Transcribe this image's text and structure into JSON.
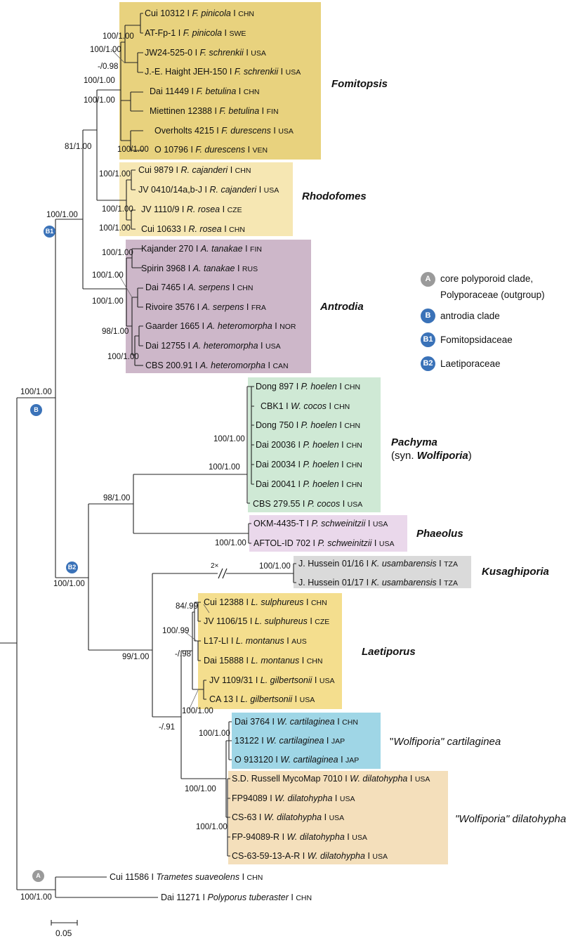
{
  "colors": {
    "fomitopsis": "#e8d27e",
    "rhodofomes": "#f6e7b3",
    "antrodia": "#cdb7c9",
    "pachyma": "#cfe9d5",
    "phaeolus": "#ead8eb",
    "kusaghiporia": "#dadada",
    "laetiporus": "#f4de8e",
    "cartilaginea": "#9fd6e6",
    "dilatohypha": "#f4dfbb",
    "badge_blue": "#3a72b8",
    "badge_grey": "#9a9a9a"
  },
  "taxa": [
    {
      "id": "t1",
      "code": "Cui 10312",
      "species": "F. pinicola",
      "country": "CHN"
    },
    {
      "id": "t2",
      "code": "AT-Fp-1",
      "species": "F. pinicola",
      "country": "SWE"
    },
    {
      "id": "t3",
      "code": "JW24-525-0",
      "species": "F. schrenkii",
      "country": "USA"
    },
    {
      "id": "t4",
      "code": "J.-E. Haight JEH-150",
      "species": "F. schrenkii",
      "country": "USA"
    },
    {
      "id": "t5",
      "code": "Dai 11449",
      "species": "F. betulina",
      "country": "CHN"
    },
    {
      "id": "t6",
      "code": "Miettinen 12388",
      "species": "F. betulina",
      "country": "FIN"
    },
    {
      "id": "t7",
      "code": "Overholts 4215",
      "species": "F. durescens",
      "country": "USA"
    },
    {
      "id": "t8",
      "code": "O 10796",
      "species": "F. durescens",
      "country": "VEN"
    },
    {
      "id": "t9",
      "code": "Cui 9879",
      "species": "R. cajanderi",
      "country": "CHN"
    },
    {
      "id": "t10",
      "code": "JV 0410/14a,b-J",
      "species": "R. cajanderi",
      "country": "USA"
    },
    {
      "id": "t11",
      "code": "JV 1110/9",
      "species": "R. rosea",
      "country": "CZE"
    },
    {
      "id": "t12",
      "code": "Cui 10633",
      "species": "R. rosea",
      "country": "CHN"
    },
    {
      "id": "t13",
      "code": "Kajander 270",
      "species": "A. tanakae",
      "country": "FIN"
    },
    {
      "id": "t14",
      "code": "Spirin 3968",
      "species": "A. tanakae",
      "country": "RUS"
    },
    {
      "id": "t15",
      "code": "Dai 7465",
      "species": "A. serpens",
      "country": "CHN"
    },
    {
      "id": "t16",
      "code": "Rivoire 3576",
      "species": "A. serpens",
      "country": "FRA"
    },
    {
      "id": "t17",
      "code": "Gaarder 1665",
      "species": "A. heteromorpha",
      "country": "NOR"
    },
    {
      "id": "t18",
      "code": "Dai 12755",
      "species": "A. heteromorpha",
      "country": "USA"
    },
    {
      "id": "t19",
      "code": "CBS 200.91",
      "species": "A. heteromorpha",
      "country": "CAN"
    },
    {
      "id": "t20",
      "code": "Dong 897",
      "species": "P. hoelen",
      "country": "CHN"
    },
    {
      "id": "t21",
      "code": "CBK1",
      "species": "W. cocos",
      "country": "CHN"
    },
    {
      "id": "t22",
      "code": "Dong 750",
      "species": "P. hoelen",
      "country": "CHN"
    },
    {
      "id": "t23",
      "code": "Dai 20036",
      "species": "P. hoelen",
      "country": "CHN"
    },
    {
      "id": "t24",
      "code": "Dai 20034",
      "species": "P. hoelen",
      "country": "CHN"
    },
    {
      "id": "t25",
      "code": "Dai 20041",
      "species": "P. hoelen",
      "country": "CHN"
    },
    {
      "id": "t26",
      "code": "CBS 279.55",
      "species": "P. cocos",
      "country": "USA"
    },
    {
      "id": "t27",
      "code": "OKM-4435-T",
      "species": "P. schweinitzii",
      "country": "USA"
    },
    {
      "id": "t28",
      "code": "AFTOL-ID 702",
      "species": "P. schweinitzii",
      "country": "USA"
    },
    {
      "id": "t29",
      "code": "J. Hussein 01/16",
      "species": "K. usambarensis",
      "country": "TZA"
    },
    {
      "id": "t30",
      "code": "J. Hussein 01/17",
      "species": "K. usambarensis",
      "country": "TZA"
    },
    {
      "id": "t31",
      "code": "Cui 12388",
      "species": "L. sulphureus",
      "country": "CHN"
    },
    {
      "id": "t32",
      "code": "JV 1106/15",
      "species": "L. sulphureus",
      "country": "CZE"
    },
    {
      "id": "t33",
      "code": "L17-LI",
      "species": "L. montanus",
      "country": "AUS"
    },
    {
      "id": "t34",
      "code": "Dai 15888",
      "species": "L. montanus",
      "country": "CHN"
    },
    {
      "id": "t35",
      "code": "JV 1109/31",
      "species": "L. gilbertsonii",
      "country": "USA"
    },
    {
      "id": "t36",
      "code": "CA 13",
      "species": "L. gilbertsonii",
      "country": "USA"
    },
    {
      "id": "t37",
      "code": "Dai 3764",
      "species": "W. cartilaginea",
      "country": "CHN"
    },
    {
      "id": "t38",
      "code": "13122",
      "species": "W. cartilaginea",
      "country": "JAP"
    },
    {
      "id": "t39",
      "code": "O 913120",
      "species": "W. cartilaginea",
      "country": "JAP"
    },
    {
      "id": "t40",
      "code": "S.D. Russell MycoMap 7010",
      "species": "W. dilatohypha",
      "country": "USA"
    },
    {
      "id": "t41",
      "code": "FP94089",
      "species": "W. dilatohypha",
      "country": "USA"
    },
    {
      "id": "t42",
      "code": "CS-63",
      "species": "W. dilatohypha",
      "country": "USA"
    },
    {
      "id": "t43",
      "code": "FP-94089-R",
      "species": "W. dilatohypha",
      "country": "USA"
    },
    {
      "id": "t44",
      "code": "CS-63-59-13-A-R",
      "species": "W. dilatohypha",
      "country": "USA"
    },
    {
      "id": "t45",
      "code": "Cui 11586",
      "species": "Trametes suaveolens",
      "country": "CHN"
    },
    {
      "id": "t46",
      "code": "Dai 11271",
      "species": "Polyporus tuberaster",
      "country": "CHN"
    }
  ],
  "support": [
    "100/1.00",
    "100/1.00",
    "-/0.98",
    "100/1.00",
    "100/1.00",
    "100/1.00",
    "81/1.00",
    "100/1.00",
    "100/1.00",
    "100/1.00",
    "100/1.00",
    "100/1.00",
    "100/1.00",
    "100/1.00",
    "98/1.00",
    "100/1.00",
    "100/1.00",
    "100/1.00",
    "98/1.00",
    "100/1.00",
    "100/1.00",
    "100/1.00",
    "84/.99",
    "100/.99",
    "-/.98",
    "100/1.00",
    "99/1.00",
    "-/.91",
    "100/1.00",
    "100/1.00",
    "100/1.00",
    "100/1.00",
    "100/1.00"
  ],
  "clades": {
    "fomitopsis": "Fomitopsis",
    "rhodofomes": "Rhodofomes",
    "antrodia": "Antrodia",
    "pachyma": "Pachyma",
    "pachyma_syn_prefix": "(syn. ",
    "pachyma_syn_genus": "Wolfiporia",
    "pachyma_syn_suffix": ")",
    "phaeolus": "Phaeolus",
    "kusaghiporia": "Kusaghiporia",
    "laetiporus": "Laetiporus",
    "cartilaginea_quote": "\"",
    "cartilaginea_genus": "Wolfiporia",
    "cartilaginea_rest": "\" cartilaginea",
    "dilatohypha_genus": "\"Wolfiporia\"",
    "dilatohypha_rest": " dilatohypha"
  },
  "badges": {
    "A": "A",
    "B": "B",
    "B1": "B1",
    "B2": "B2"
  },
  "legend": [
    {
      "badge": "A",
      "text": "core polyporoid clade,",
      "text2": "Polyporaceae (outgroup)"
    },
    {
      "badge": "B",
      "text": "antrodia clade"
    },
    {
      "badge": "B1",
      "text": "Fomitopsidaceae"
    },
    {
      "badge": "B2",
      "text": "Laetiporaceae"
    }
  ],
  "scale_bar": "0.05",
  "branch_break": "2×",
  "separator": "I"
}
